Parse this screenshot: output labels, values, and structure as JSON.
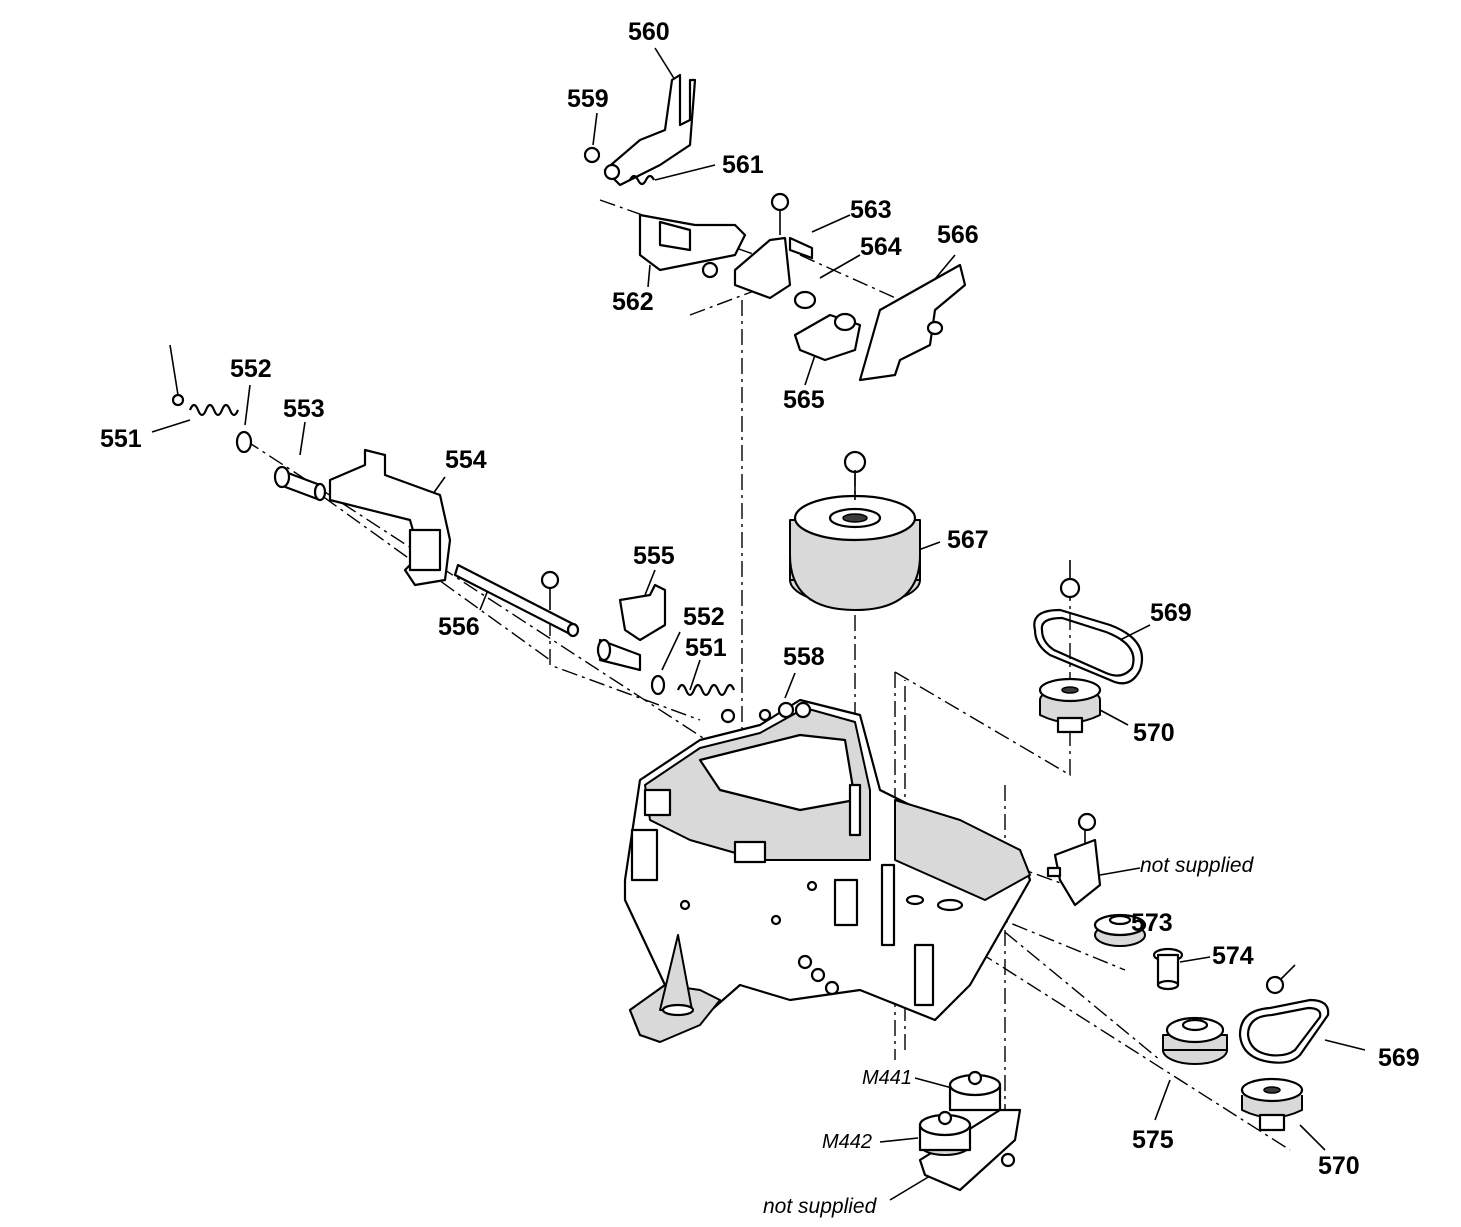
{
  "diagram": {
    "part_labels": [
      "551",
      "552",
      "553",
      "554",
      "555",
      "556",
      "558",
      "559",
      "560",
      "561",
      "562",
      "563",
      "564",
      "565",
      "566",
      "567",
      "569",
      "570",
      "573",
      "574",
      "575"
    ],
    "repeated_labels": {
      "551_b": "551",
      "552_b": "552",
      "569_b": "569",
      "570_b": "570"
    },
    "motor_labels": [
      "M441",
      "M442"
    ],
    "notes": {
      "not_supplied_bracket": "not supplied",
      "not_supplied_motor_plate": "not supplied"
    }
  }
}
